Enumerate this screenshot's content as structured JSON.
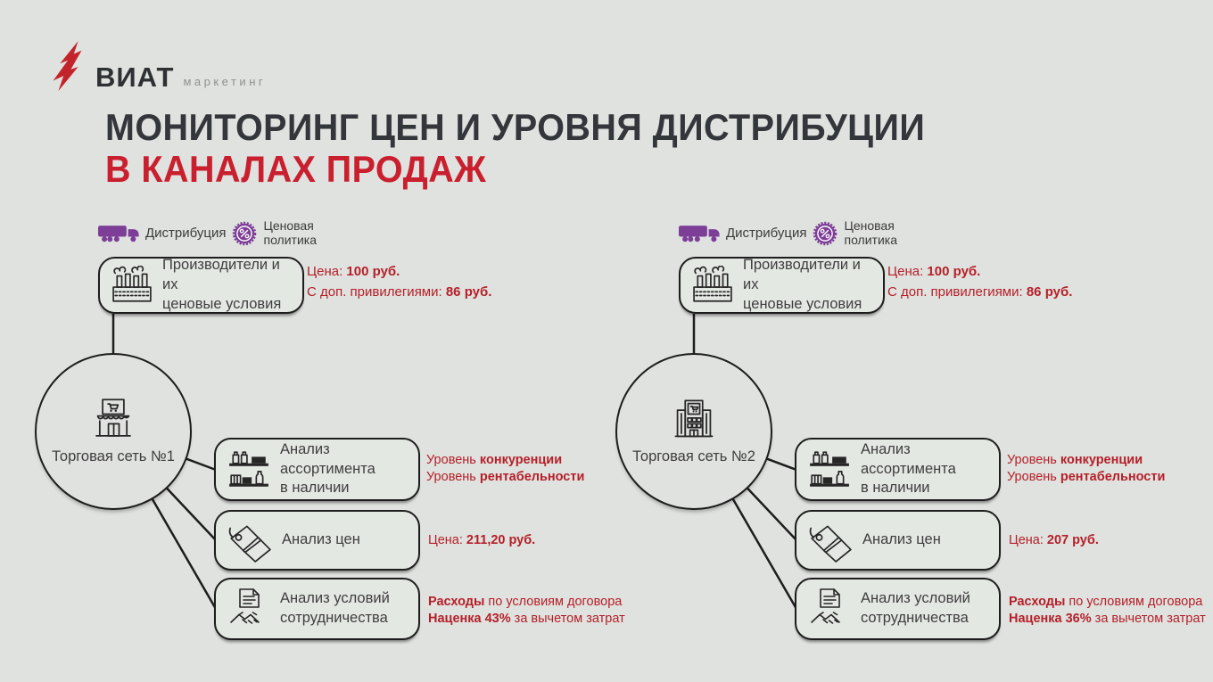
{
  "logo": {
    "brand": "ВИАТ",
    "subtitle": "маркетинг"
  },
  "title": {
    "line1": "МОНИТОРИНГ ЦЕН И УРОВНЯ ДИСТРИБУЦИИ",
    "line2": "В КАНАЛАХ ПРОДАЖ"
  },
  "colors": {
    "background": "#dfe2de",
    "note_red": "#b5202a",
    "title_red": "#c91f2e",
    "title_dark": "#33363a",
    "purple": "#7d3e98",
    "line_dark": "#1d1d1d"
  },
  "channels": [
    {
      "distribution_label": "Дистрибуция",
      "pricing_policy_line1": "Ценовая",
      "pricing_policy_line2": "политика",
      "producer_box": {
        "line1": "Производители и их",
        "line2": "ценовые условия"
      },
      "producer_note": {
        "l1_pre": "Цена: ",
        "l1_bold": "100 руб.",
        "l2_pre": "С доп. привилегиями: ",
        "l2_bold": "86 руб."
      },
      "network_label": "Торговая сеть №1",
      "assortment_box": {
        "line1": "Анализ ассортимента",
        "line2": "в наличии"
      },
      "assortment_note": {
        "l1_pre": "Уровень ",
        "l1_bold": "конкуренции",
        "l2_pre": "Уровень ",
        "l2_bold": "рентабельности"
      },
      "price_box_label": "Анализ цен",
      "price_note": {
        "pre": "Цена: ",
        "bold": "211,20 руб."
      },
      "terms_box": {
        "line1": "Анализ условий",
        "line2": "сотрудничества"
      },
      "terms_note": {
        "l1_bold": "Расходы",
        "l1_post": " по условиям договора",
        "l2_bold": "Наценка 43%",
        "l2_post": " за вычетом затрат"
      }
    },
    {
      "distribution_label": "Дистрибуция",
      "pricing_policy_line1": "Ценовая",
      "pricing_policy_line2": "политика",
      "producer_box": {
        "line1": "Производители и их",
        "line2": "ценовые условия"
      },
      "producer_note": {
        "l1_pre": "Цена: ",
        "l1_bold": "100 руб.",
        "l2_pre": "С доп. привилегиями: ",
        "l2_bold": "86 руб."
      },
      "network_label": "Торговая сеть №2",
      "assortment_box": {
        "line1": "Анализ ассортимента",
        "line2": "в наличии"
      },
      "assortment_note": {
        "l1_pre": "Уровень ",
        "l1_bold": "конкуренции",
        "l2_pre": "Уровень ",
        "l2_bold": "рентабельности"
      },
      "price_box_label": "Анализ цен",
      "price_note": {
        "pre": "Цена: ",
        "bold": "207 руб."
      },
      "terms_box": {
        "line1": "Анализ условий",
        "line2": "сотрудничества"
      },
      "terms_note": {
        "l1_bold": "Расходы",
        "l1_post": " по условиям договора",
        "l2_bold": "Наценка 36%",
        "l2_post": " за вычетом затрат"
      }
    }
  ]
}
